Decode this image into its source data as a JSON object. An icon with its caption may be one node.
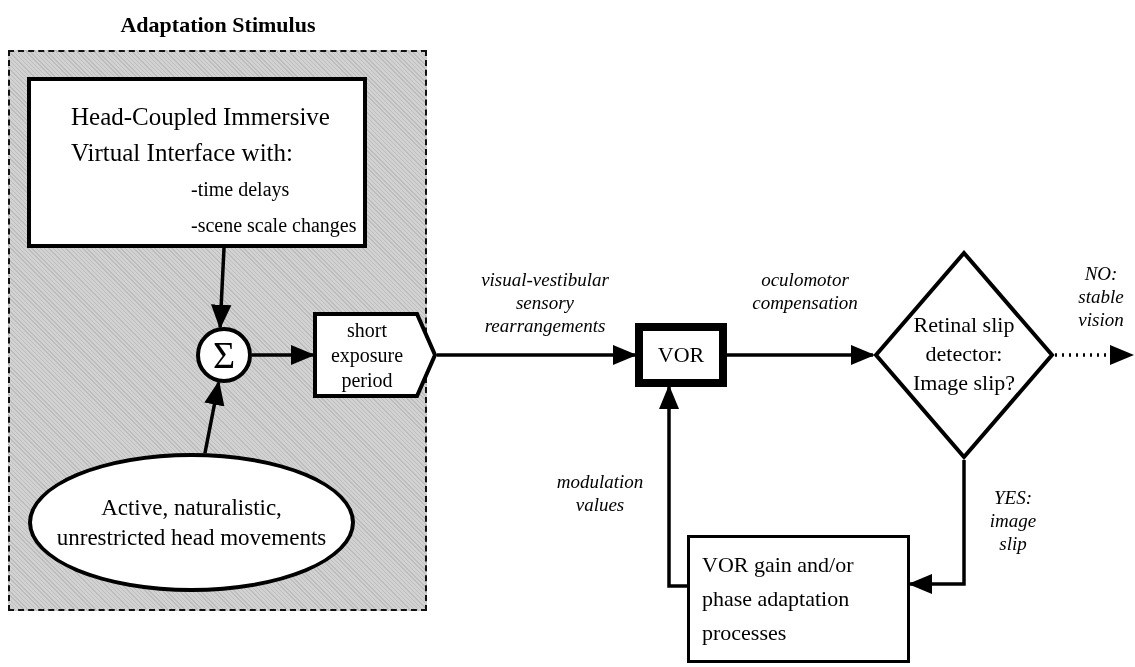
{
  "diagram": {
    "nodes": [
      {
        "text": [
          "Adaptation Stimulus"
        ]
      },
      {
        "text": [
          "Head-Coupled Immersive Virtual Interface with:",
          "-time delays",
          "-scene scale changes"
        ],
        "in": 0
      },
      {
        "text": [
          "Σ"
        ],
        "in": 0
      },
      {
        "text": [
          "Active, naturalistic, unrestricted head movements"
        ],
        "in": 0
      },
      {
        "text": [
          "short exposure period"
        ]
      },
      {
        "text": [
          "VOR"
        ]
      },
      {
        "text": [
          "Retinal slip detector: Image slip?"
        ]
      },
      {
        "text": [
          "VOR gain and/or phase adaptation processes"
        ]
      }
    ],
    "edges": [
      {
        "from": 1,
        "to": 2,
        "arrow": "to"
      },
      {
        "from": 3,
        "to": 2,
        "arrow": "to"
      },
      {
        "from": 2,
        "to": 4,
        "arrow": "to"
      },
      {
        "from": 4,
        "to": 5,
        "arrow": "to",
        "label": "visual-vestibular sensory rearrangements"
      },
      {
        "from": 5,
        "to": 6,
        "arrow": "to",
        "label": "oculomotor compensation"
      },
      {
        "from": 6,
        "to": null,
        "arrow": "to",
        "label": "NO: stable vision",
        "style": "dashed"
      },
      {
        "from": 6,
        "to": 7,
        "arrow": "to",
        "label": "YES: image slip"
      },
      {
        "from": 7,
        "to": 5,
        "arrow": "to",
        "label": "modulation values"
      }
    ]
  }
}
